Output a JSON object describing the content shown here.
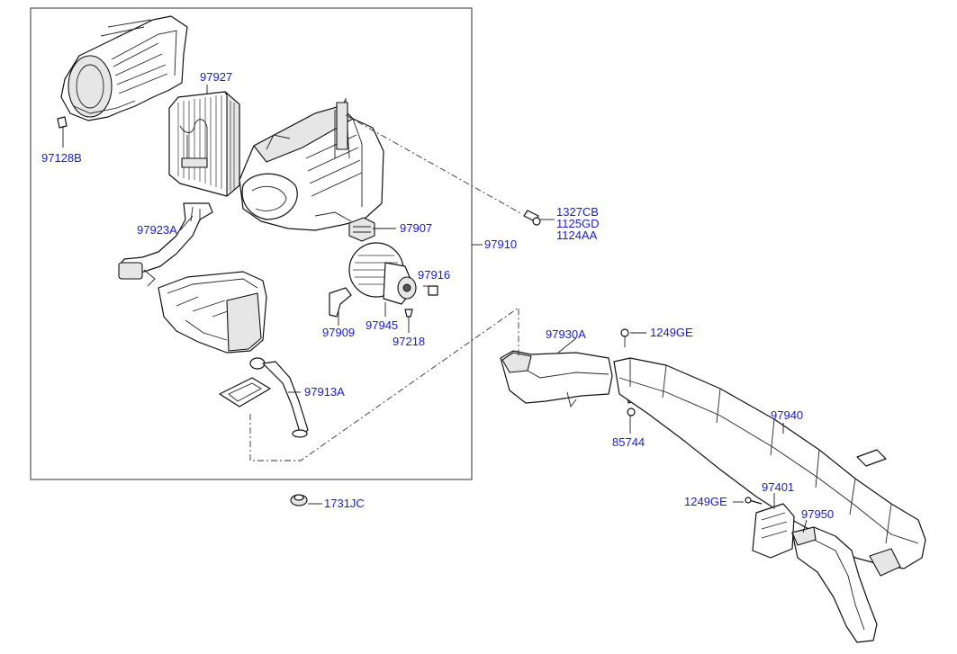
{
  "labels": {
    "p97128B": "97128B",
    "p97927": "97927",
    "p97923A": "97923A",
    "p1327CB": "1327CB",
    "p1125GD": "1125GD",
    "p1124AA": "1124AA",
    "p97907": "97907",
    "p97910": "97910",
    "p97916": "97916",
    "p97945": "97945",
    "p97909": "97909",
    "p97218": "97218",
    "p97913A": "97913A",
    "p1731JC": "1731JC",
    "p97930A": "97930A",
    "p1249GE_top": "1249GE",
    "p85744": "85744",
    "p97940": "97940",
    "p1249GE_bottom": "1249GE",
    "p97401": "97401",
    "p97950": "97950"
  },
  "colors": {
    "label": "#1a1ad6",
    "line": "#111111",
    "frame": "#333333"
  }
}
